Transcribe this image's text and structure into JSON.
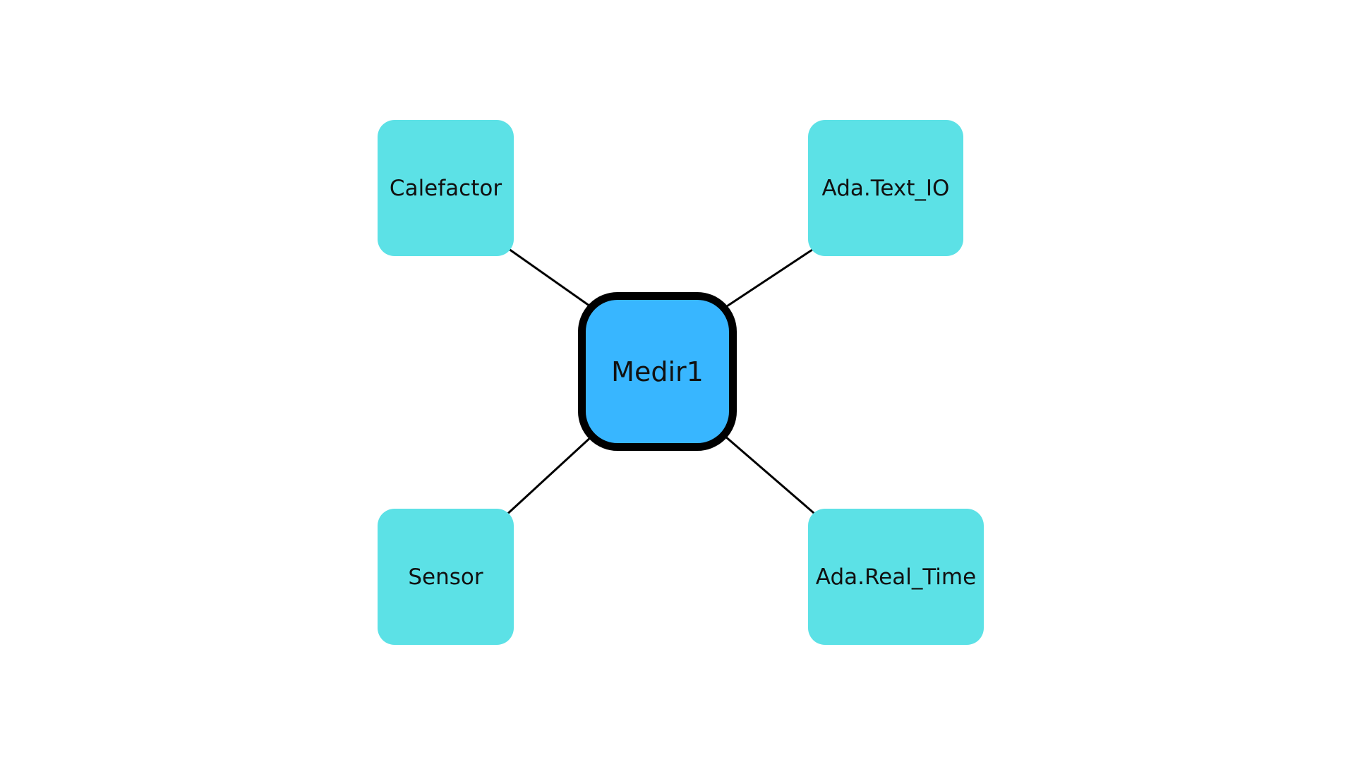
{
  "diagram": {
    "center": {
      "label": "Medir1"
    },
    "nodes": [
      {
        "id": "calefactor",
        "label": "Calefactor"
      },
      {
        "id": "textio",
        "label": "Ada.Text_IO"
      },
      {
        "id": "sensor",
        "label": "Sensor"
      },
      {
        "id": "realtime",
        "label": "Ada.Real_Time"
      }
    ],
    "edges": [
      {
        "from": "Medir1",
        "to": "Calefactor"
      },
      {
        "from": "Medir1",
        "to": "Ada.Text_IO"
      },
      {
        "from": "Medir1",
        "to": "Sensor"
      },
      {
        "from": "Medir1",
        "to": "Ada.Real_Time"
      }
    ]
  },
  "colors": {
    "background": "#ffffff",
    "center_fill": "#38b6ff",
    "center_border": "#000000",
    "node_fill": "#5ce1e6",
    "edge": "#000000",
    "text": "#111111"
  }
}
